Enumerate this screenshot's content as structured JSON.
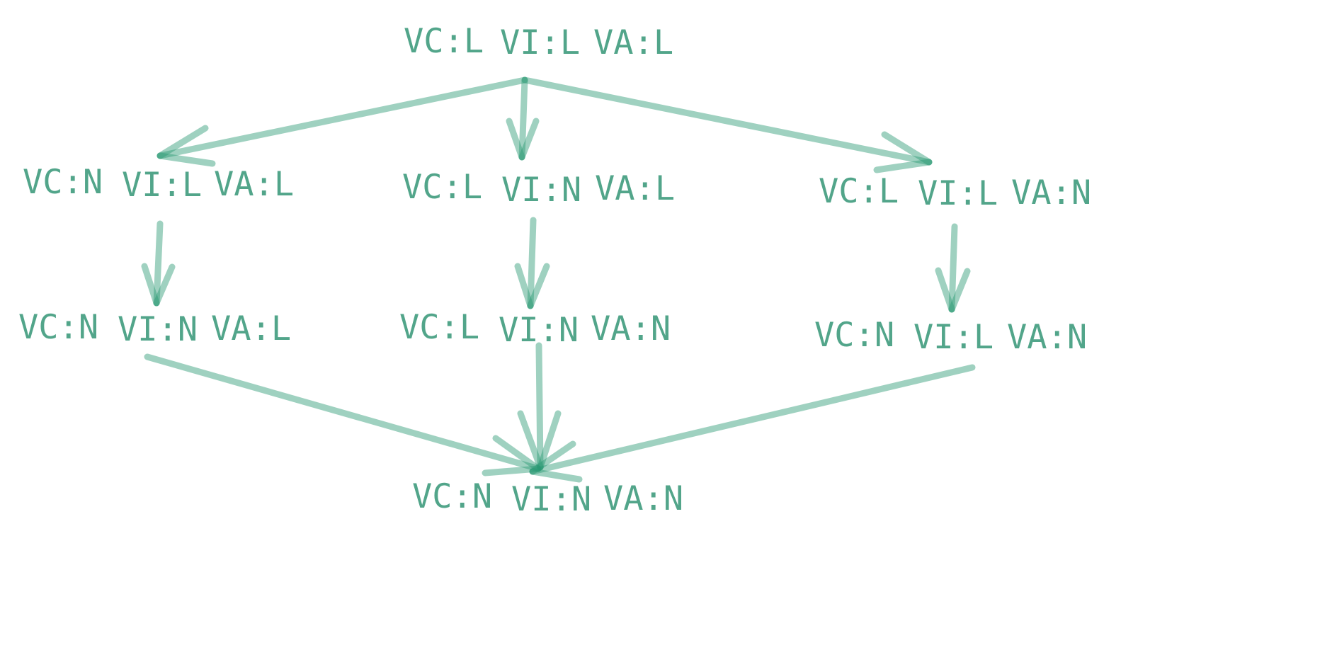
{
  "colors": {
    "text": "#52a58a",
    "edge": "#2a9a73"
  },
  "nodes": [
    {
      "id": "A",
      "parts": [
        "VC:L",
        "VI:L",
        "VA:L"
      ]
    },
    {
      "id": "B",
      "parts": [
        "VC:N",
        "VI:L",
        "VA:L"
      ]
    },
    {
      "id": "C",
      "parts": [
        "VC:L",
        "VI:N",
        "VA:L"
      ]
    },
    {
      "id": "D",
      "parts": [
        "VC:L",
        "VI:L",
        "VA:N"
      ]
    },
    {
      "id": "E",
      "parts": [
        "VC:N",
        "VI:N",
        "VA:L"
      ]
    },
    {
      "id": "F",
      "parts": [
        "VC:L",
        "VI:N",
        "VA:N"
      ]
    },
    {
      "id": "G",
      "parts": [
        "VC:N",
        "VI:L",
        "VA:N"
      ]
    },
    {
      "id": "H",
      "parts": [
        "VC:N",
        "VI:N",
        "VA:N"
      ]
    }
  ],
  "edges": [
    {
      "from": "A",
      "to": "B"
    },
    {
      "from": "A",
      "to": "C"
    },
    {
      "from": "A",
      "to": "D"
    },
    {
      "from": "B",
      "to": "E"
    },
    {
      "from": "C",
      "to": "F"
    },
    {
      "from": "D",
      "to": "G"
    },
    {
      "from": "E",
      "to": "H"
    },
    {
      "from": "F",
      "to": "H"
    },
    {
      "from": "G",
      "to": "H"
    }
  ]
}
